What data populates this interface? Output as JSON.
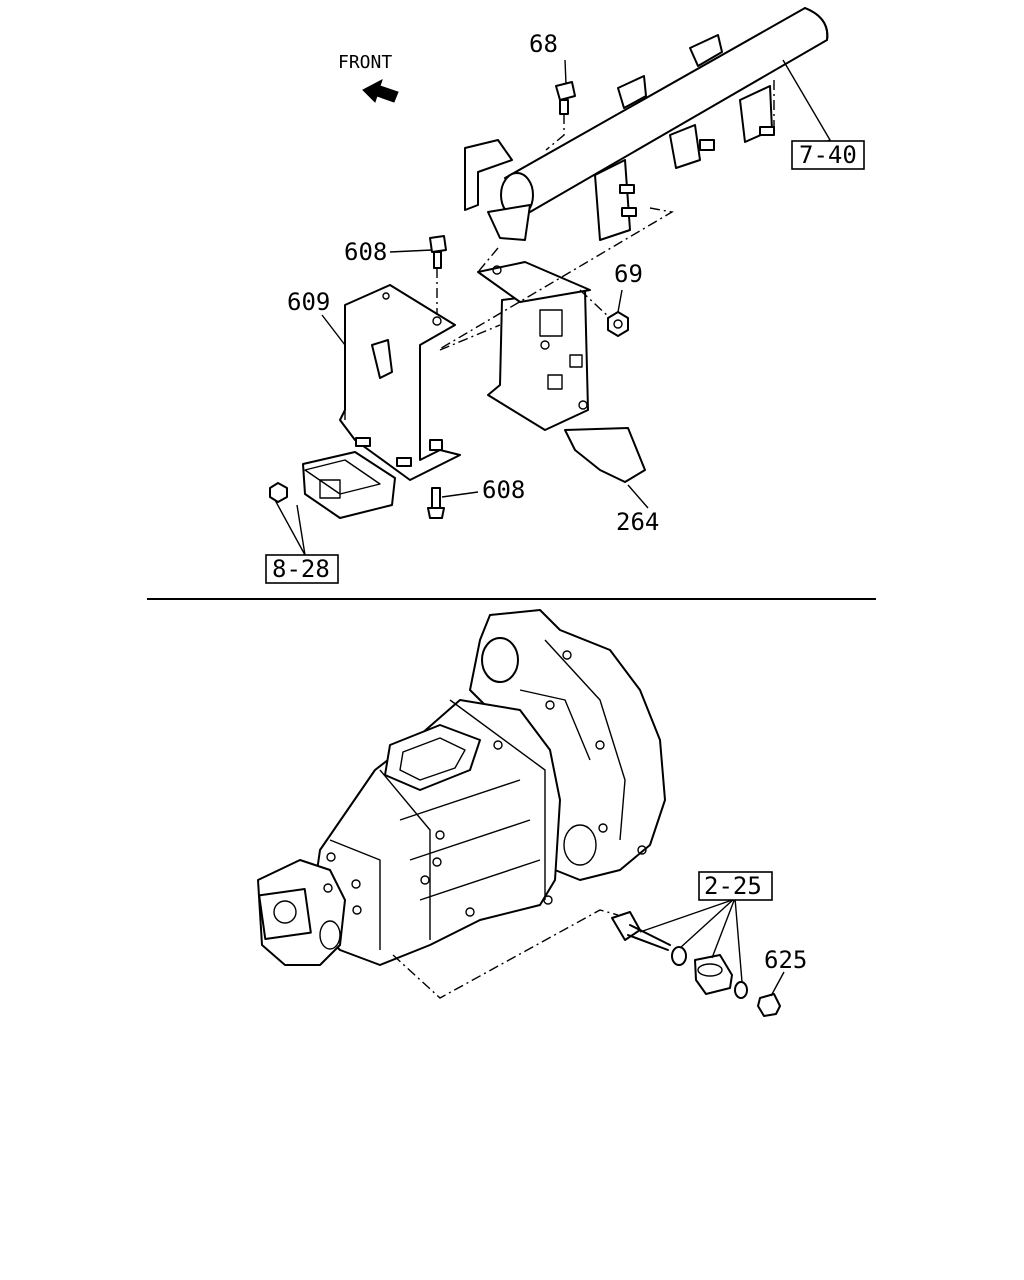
{
  "direction_label": "FRONT",
  "callouts": {
    "p68": "68",
    "p7_40": "7-40",
    "p608_top": "608",
    "p69": "69",
    "p609": "609",
    "p608_bottom": "608",
    "p264": "264",
    "p8_28": "8-28",
    "p2_25": "2-25",
    "p625": "625"
  }
}
